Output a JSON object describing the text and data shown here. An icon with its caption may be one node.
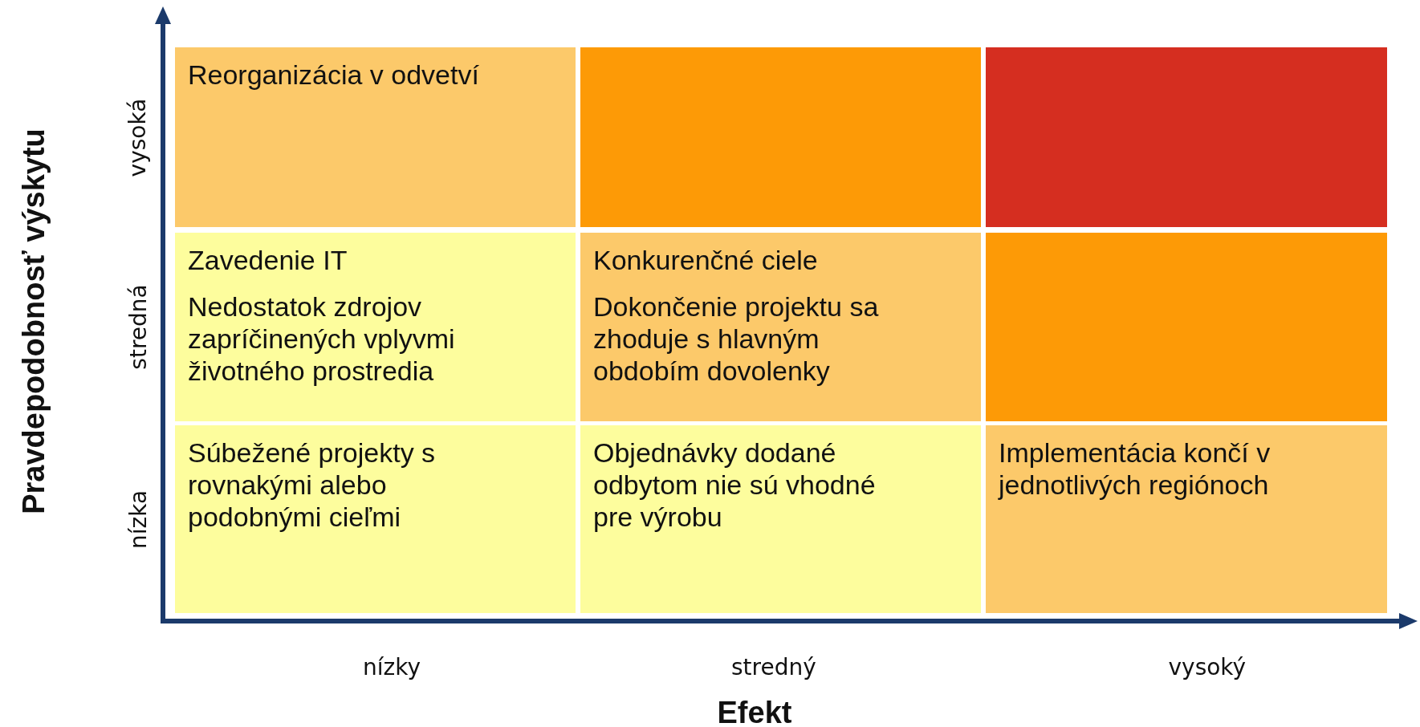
{
  "diagram": {
    "nodes": [
      {
        "text": [
          "Reorganizácia v odvetví"
        ]
      },
      {
        "text": [],
        "shape": "box"
      },
      {
        "text": [],
        "shape": "box"
      },
      {
        "text": [
          "Zavedenie IT",
          "Nedostatok zdrojov zapríčinených vplyvmi životného prostredia"
        ]
      },
      {
        "text": [
          "Konkurenčné ciele",
          "Dokončenie projektu sa zhoduje s hlavným obdobím dovolenky"
        ]
      },
      {
        "text": [],
        "shape": "box"
      },
      {
        "text": [
          "Súbežené projekty s rovnakými alebo podobnými cieľmi"
        ]
      },
      {
        "text": [
          "Objednávky dodané odbytom nie sú vhodné pre výrobu"
        ]
      },
      {
        "text": [
          "Implementácia končí v jednotlivých regiónoch"
        ]
      }
    ],
    "labels": [
      "vysoká",
      "stredná",
      "nízka",
      "nízky",
      "stredný",
      "vysoký",
      "Pravdepodobnosť výskytu",
      "Efekt"
    ]
  }
}
